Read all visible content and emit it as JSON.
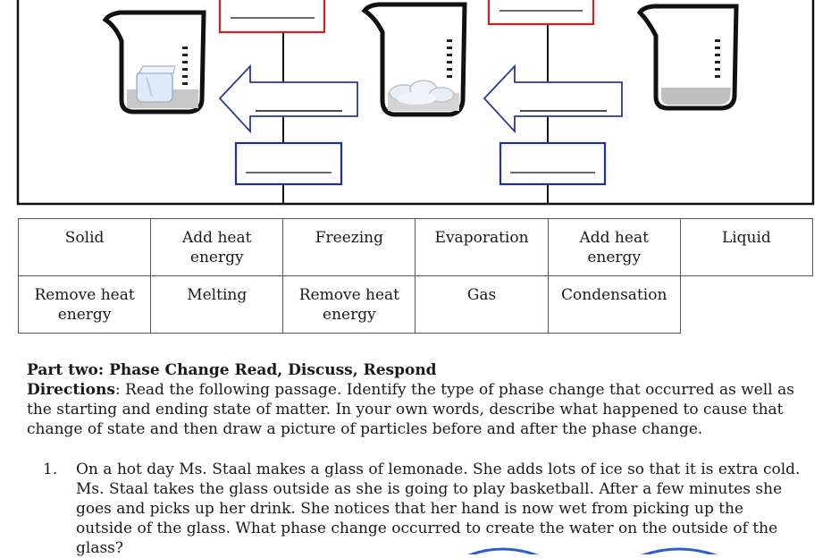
{
  "diagram": {
    "beakers": [
      {
        "name": "solid-beaker",
        "contents": "ice-cube"
      },
      {
        "name": "gas-beaker",
        "contents": "vapor-cloud"
      },
      {
        "name": "liquid-beaker",
        "contents": "water"
      }
    ],
    "blank": "__________",
    "colors": {
      "top_box": "#cc2222",
      "bottom_box": "#1f2fa8",
      "arrow": "#2a3a9a"
    }
  },
  "word_bank": {
    "rows": [
      [
        "Solid",
        "Add heat energy",
        "Freezing",
        "Evaporation",
        "Add heat energy",
        "Liquid"
      ],
      [
        "Remove heat energy",
        "Melting",
        "Remove heat energy",
        "Gas",
        "Condensation",
        ""
      ]
    ]
  },
  "part_two": {
    "heading": "Part two: Phase Change Read, Discuss, Respond",
    "directions_label": "Directions",
    "directions_text": ": Read the following passage. Identify the type of phase change that occurred as well as the starting and ending state of matter. In your own words, describe what happened to cause that change of state and then draw a picture of particles before and after the phase change."
  },
  "questions": [
    {
      "number": "1.",
      "text": "On a hot day Ms. Staal  makes a glass of lemonade. She adds lots of ice so that it is extra cold. Ms. Staal  takes the glass outside as she is going to  play basketball. After a few minutes she goes and picks up her drink. She notices that her hand is now wet from picking up the outside of the glass. What phase change occurred to create the water on the outside of the glass?"
    }
  ]
}
